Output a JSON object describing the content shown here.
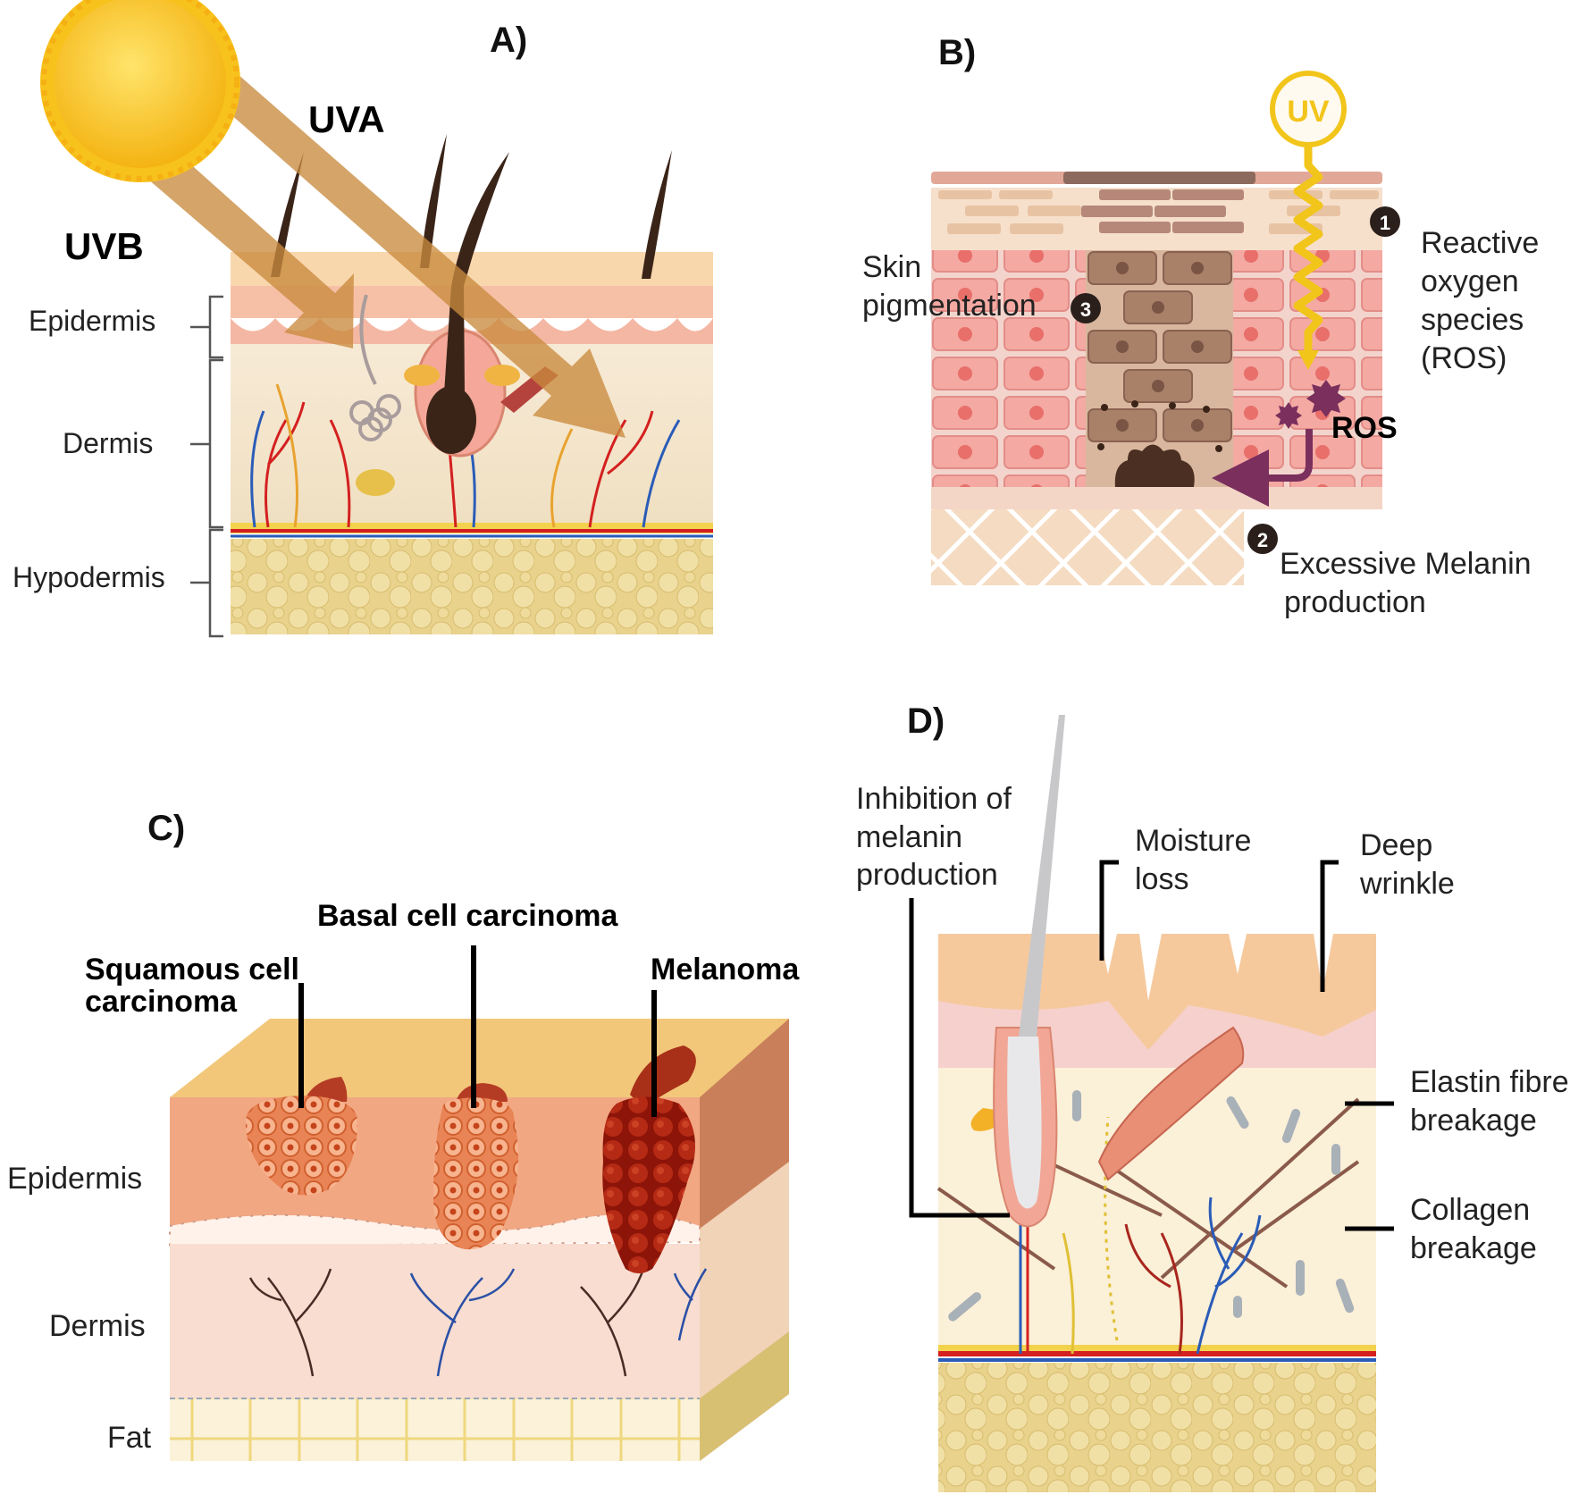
{
  "panels": {
    "a": {
      "letter": "A)",
      "uva": "UVA",
      "uvb": "UVB",
      "layers": [
        "Epidermis",
        "Dermis",
        "Hypodermis"
      ]
    },
    "b": {
      "letter": "B)",
      "uv": "UV",
      "step1": "1",
      "step2": "2",
      "step3": "3",
      "ros_label": [
        "Reactive",
        "oxygen",
        "species",
        "(ROS)"
      ],
      "ros_short": "ROS",
      "skin_pigmentation": [
        "Skin",
        "pigmentation"
      ],
      "excess_melanin": [
        "Excessive Melanin",
        "production"
      ]
    },
    "c": {
      "letter": "C)",
      "basal": "Basal cell carcinoma",
      "squamous": [
        "Squamous cell",
        "carcinoma"
      ],
      "melanoma": "Melanoma",
      "layers": [
        "Epidermis",
        "Dermis",
        "Fat"
      ]
    },
    "d": {
      "letter": "D)",
      "inhibition": [
        "Inhibition of",
        "melanin",
        "production"
      ],
      "moisture": [
        "Moisture",
        "loss"
      ],
      "wrinkle": [
        "Deep",
        "wrinkle"
      ],
      "elastin": [
        "Elastin fibre",
        "breakage"
      ],
      "collagen": [
        "Collagen",
        "breakage"
      ]
    }
  },
  "icons": [
    "sun-icon",
    "uv-icon"
  ],
  "colors": {
    "uv_arrow": "#c98a3e",
    "sun": "#f8c21c",
    "uv_wave": "#f2c51b",
    "artery": "#d42020",
    "vein": "#2a5cb8",
    "fat": "#e6cf8a",
    "melanin": "#5b3a2a",
    "ros_arrow": "#7a2f5c"
  }
}
